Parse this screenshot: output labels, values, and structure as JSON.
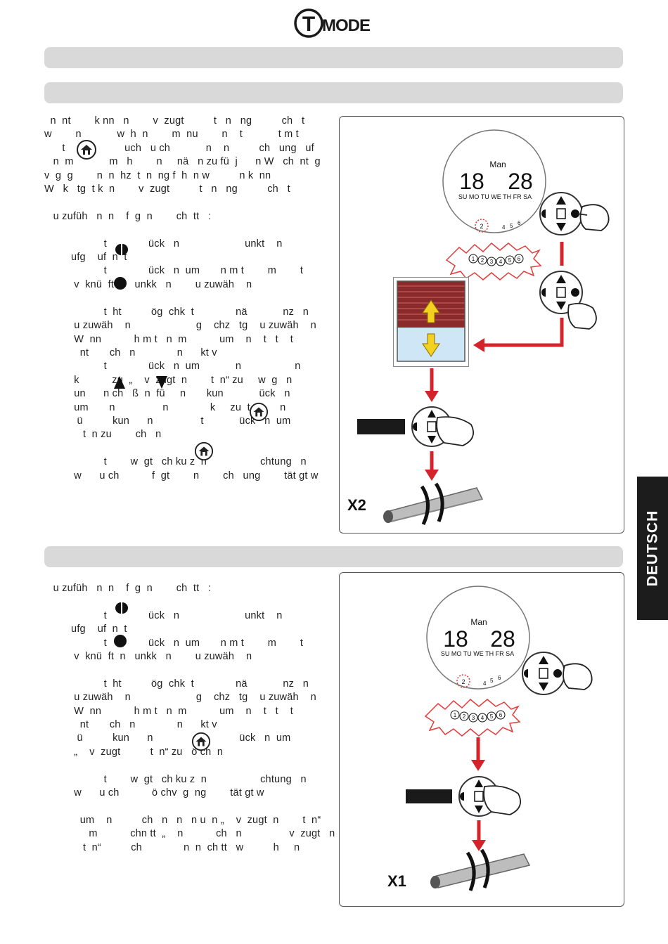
{
  "header": {
    "logo_text": "MODE",
    "logo_letter": "T"
  },
  "side_tab": {
    "label": "DEUTSCH"
  },
  "section1": {
    "text_lines": [
      "  n  nt        k nn   n        v  zugt          t   n   ng          ch   t",
      "w        n            w  h  n        m  nu        n    t            t m t",
      "      t                    uch   u ch            n    n          ch   ung   uf",
      "   n  m            m   h        n     nä   n zu fü  j      n W   ch  nt  g",
      "v  g  g        n  n  hz  t  n  ng f  h  n w          n k  nn",
      "W   k   tg  t k  n        v  zugt          t   n   ng          ch   t",
      "",
      "   u zufüh   n  n    f  g  n        ch  tt   :",
      "",
      "                    t              ück   n                      unkt    n",
      "         ufg    uf  n  t",
      "                    t              ück   n  um       n m t        m        t",
      "          v  knü  ft  n   unkk   n        u zuwäh    n",
      "",
      "                    t  ht          ög  chk  t              nä            nz   n",
      "          u zuwäh    n                      g    chz   tg    u zuwäh    n",
      "          W  nn           h m t   n  m           um    n    t   t    t",
      "            nt       ch   n              n      kt v",
      "                    t              ück   n  um            n                  n",
      "          k           zu  „    v  zugt  n        t  n“ zu     w  g   n",
      "          un      n ch   ß  n  fü     n       kun            ück   n",
      "          um       n                n              k     zu  t          n",
      "           ü          kun      n                t            ück   n  um",
      "             t  n zu        ch   n",
      "",
      "                    t        w  gt   ch ku z  n                  chtung   n",
      "          w      u ch           f  gt        n        ch   ung        tät gt w"
    ],
    "display": {
      "day": "Man",
      "time_h": "18",
      "time_m": "28",
      "days": "SU MO TU WE TH FR SA"
    },
    "channels": [
      "1",
      "2",
      "3",
      "4",
      "5",
      "6"
    ],
    "multiplier": "X2"
  },
  "section2": {
    "text_lines": [
      "   u zufüh   n  n    f  g  n        ch  tt   :",
      "",
      "                    t              ück   n                      unkt    n",
      "         ufg    uf  n  t",
      "                    t              ück   n  um       n m t        m        t",
      "          v  knü  ft  n   unkk   n        u zuwäh    n",
      "",
      "                    t  ht          ög  chk  t              nä            nz   n",
      "          u zuwäh    n                      g    chz   tg    u zuwäh    n",
      "          W  nn           h m t   n  m           um    n    t   t    t",
      "            nt       ch   n              n      kt v",
      "           ü          kun      n                t            ück   n  um",
      "          „    v  zugt          t  n“ zu   ö ch  n",
      "",
      "                    t        w  gt   ch ku z  n                  chtung   n",
      "          w      u ch           ö chv  g  ng        tät gt w",
      "",
      "            um    n          ch   n   n   n u  n „    v  zugt  n        t  n“",
      "               m           chn tt  „    n           ch   n                v  zugt   n",
      "             t  n“          ch              n  n  ch tt   w          h     n"
    ],
    "display": {
      "day": "Man",
      "time_h": "18",
      "time_m": "28",
      "days": "SU MO TU WE TH FR SA"
    },
    "channels": [
      "1",
      "2",
      "3",
      "4",
      "5",
      "6"
    ],
    "multiplier": "X1"
  }
}
